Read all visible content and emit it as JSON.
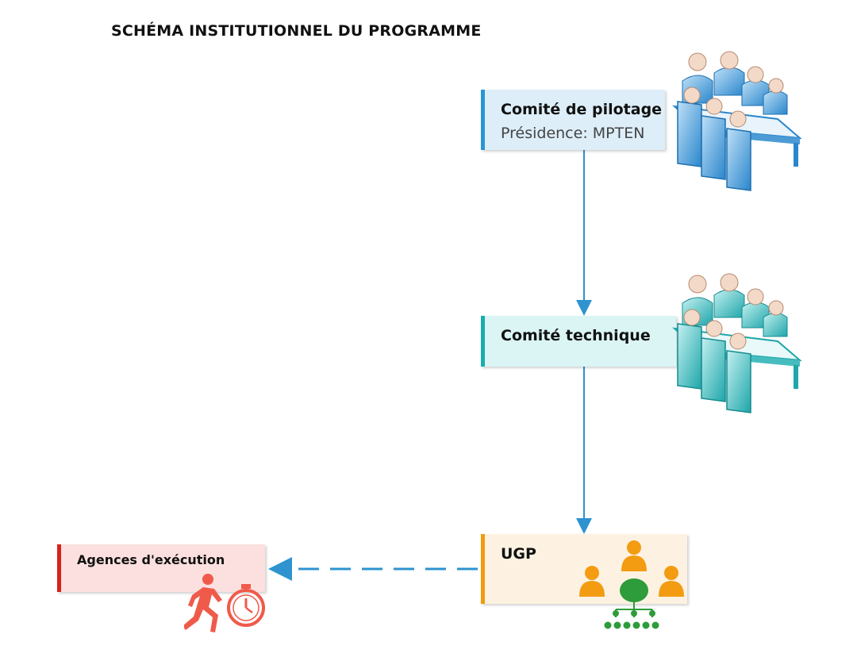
{
  "title": "SCHÉMA INSTITUTIONNEL DU PROGRAMME",
  "nodes": {
    "pilotage": {
      "label": "Comité de pilotage",
      "sub": "Présidence: MPTEN",
      "accent": "#2896d3",
      "fill": "#ddeef9"
    },
    "technique": {
      "label": "Comité technique",
      "accent": "#18aeb1",
      "fill": "#dbf5f5"
    },
    "ugp": {
      "label": "UGP",
      "accent": "#f19a0c",
      "fill": "#fdf2e2"
    },
    "agences": {
      "label": "Agences d'exécution",
      "accent": "#d6221c",
      "fill": "#fbe0df"
    }
  },
  "icons": {
    "pilotage": "meeting-table-icon",
    "technique": "meeting-table-icon",
    "ugp": "org-chart-people-icon",
    "agences": "running-man-clock-icon"
  },
  "connectors": {
    "solid_color": "#2e93cf",
    "dashed_color": "#2e93cf"
  }
}
